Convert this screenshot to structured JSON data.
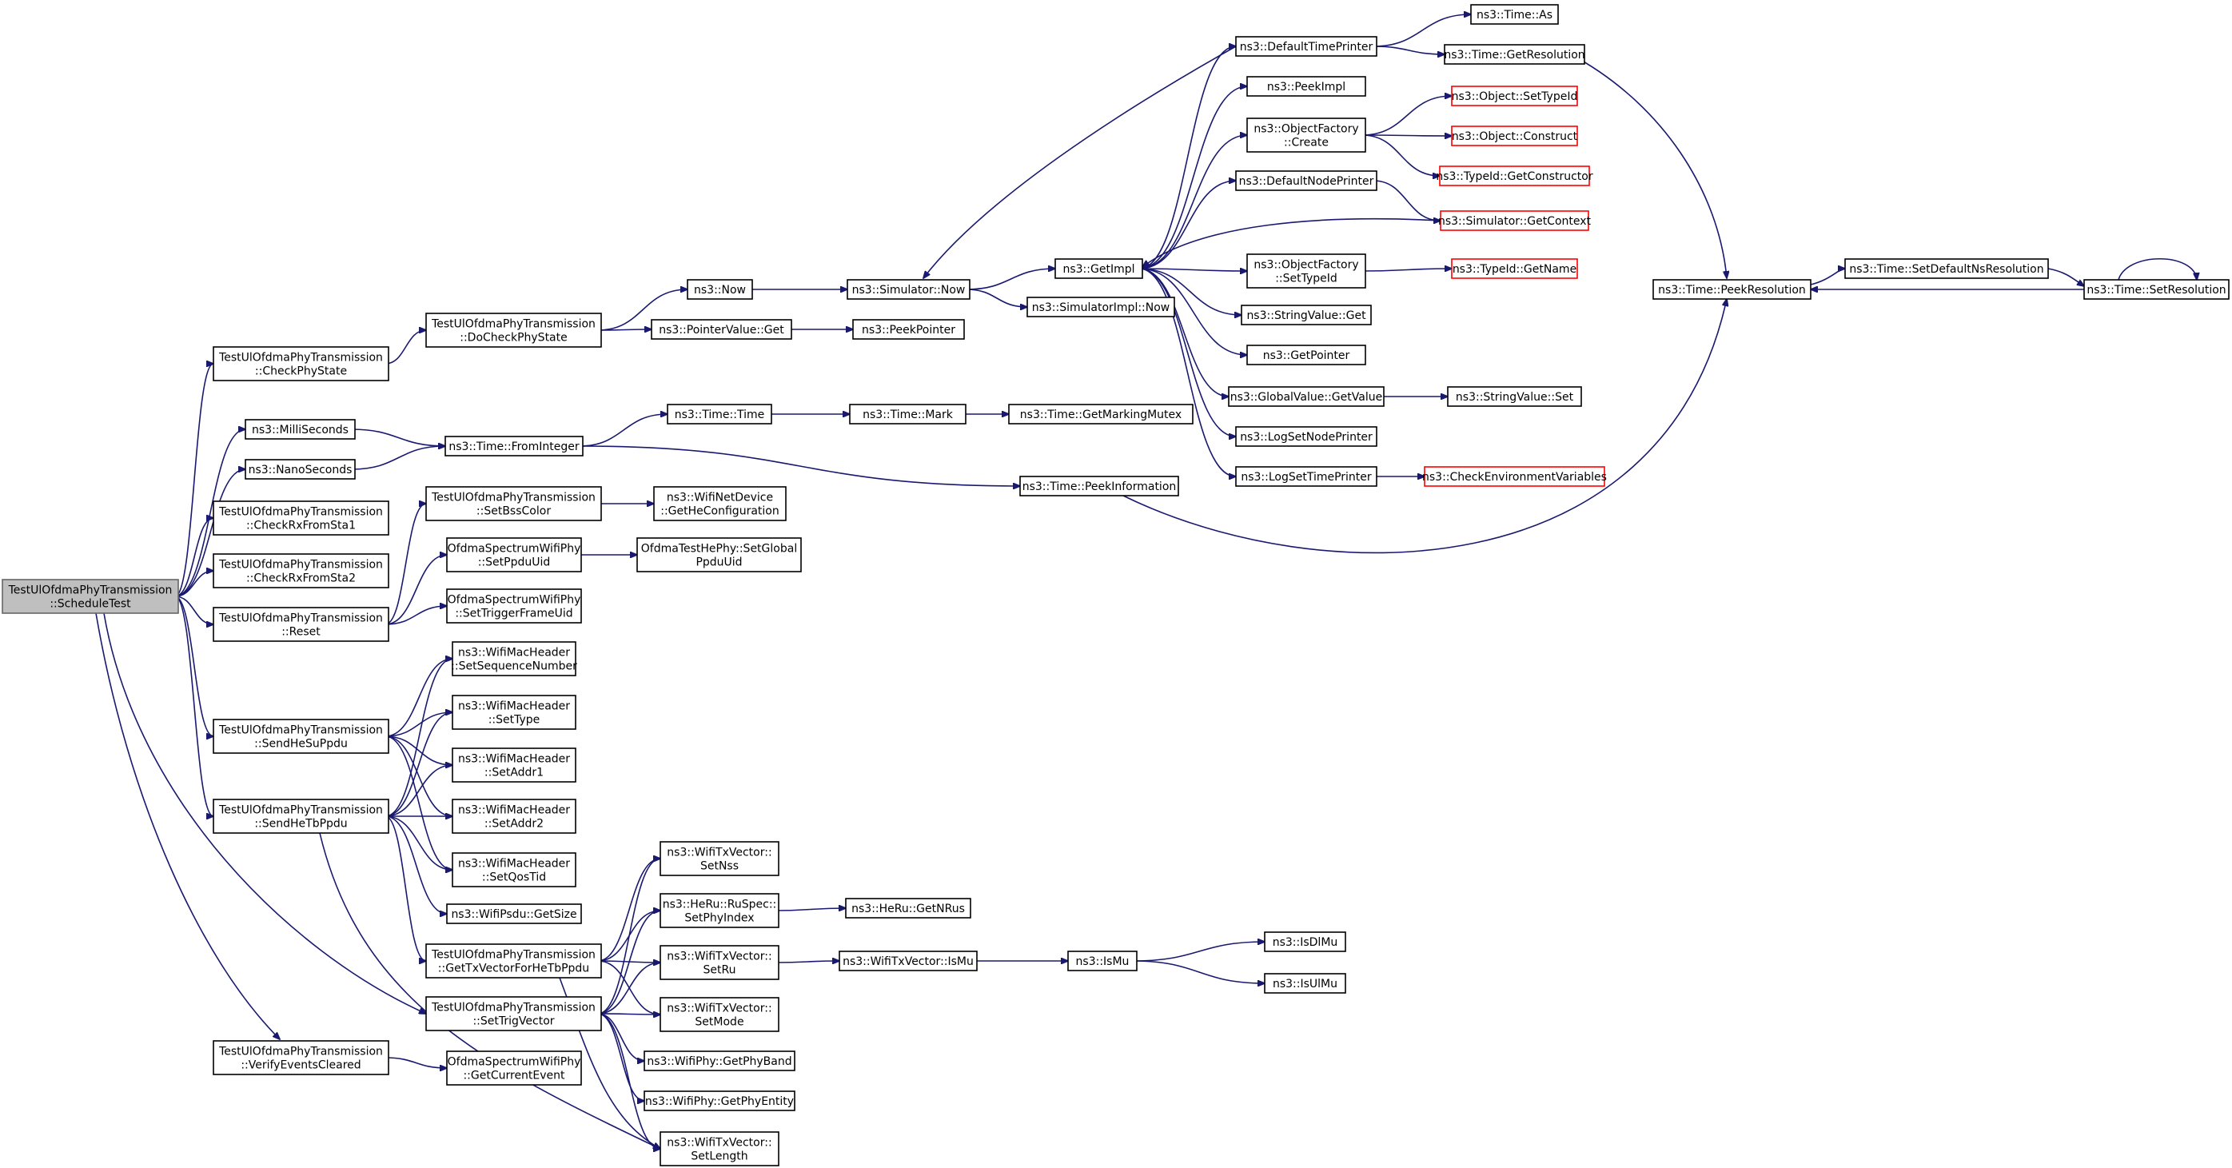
{
  "graph": {
    "root": "TestUlOfdmaPhyTransmission::ScheduleTest",
    "nodes": [
      {
        "id": "n0",
        "lines": [
          "TestUlOfdmaPhyTransmission",
          "::ScheduleTest"
        ],
        "kind": "root"
      },
      {
        "id": "n1",
        "lines": [
          "TestUlOfdmaPhyTransmission",
          "::CheckPhyState"
        ]
      },
      {
        "id": "n2",
        "lines": [
          "ns3::MilliSeconds"
        ]
      },
      {
        "id": "n3",
        "lines": [
          "ns3::NanoSeconds"
        ]
      },
      {
        "id": "n4",
        "lines": [
          "TestUlOfdmaPhyTransmission",
          "::CheckRxFromSta1"
        ]
      },
      {
        "id": "n5",
        "lines": [
          "TestUlOfdmaPhyTransmission",
          "::CheckRxFromSta2"
        ]
      },
      {
        "id": "n6",
        "lines": [
          "TestUlOfdmaPhyTransmission",
          "::Reset"
        ]
      },
      {
        "id": "n7",
        "lines": [
          "TestUlOfdmaPhyTransmission",
          "::SendHeSuPpdu"
        ]
      },
      {
        "id": "n8",
        "lines": [
          "TestUlOfdmaPhyTransmission",
          "::SendHeTbPpdu"
        ]
      },
      {
        "id": "n9",
        "lines": [
          "TestUlOfdmaPhyTransmission",
          "::VerifyEventsCleared"
        ]
      },
      {
        "id": "n10",
        "lines": [
          "TestUlOfdmaPhyTransmission",
          "::DoCheckPhyState"
        ]
      },
      {
        "id": "n11",
        "lines": [
          "ns3::Time::FromInteger"
        ]
      },
      {
        "id": "n12",
        "lines": [
          "TestUlOfdmaPhyTransmission",
          "::SetBssColor"
        ]
      },
      {
        "id": "n13",
        "lines": [
          "OfdmaSpectrumWifiPhy",
          "::SetPpduUid"
        ]
      },
      {
        "id": "n14",
        "lines": [
          "OfdmaSpectrumWifiPhy",
          "::SetTriggerFrameUid"
        ]
      },
      {
        "id": "n15",
        "lines": [
          "ns3::WifiMacHeader",
          "::SetSequenceNumber"
        ]
      },
      {
        "id": "n16",
        "lines": [
          "ns3::WifiMacHeader",
          "::SetType"
        ]
      },
      {
        "id": "n17",
        "lines": [
          "ns3::WifiMacHeader",
          "::SetAddr1"
        ]
      },
      {
        "id": "n18",
        "lines": [
          "ns3::WifiMacHeader",
          "::SetAddr2"
        ]
      },
      {
        "id": "n19",
        "lines": [
          "ns3::WifiMacHeader",
          "::SetQosTid"
        ]
      },
      {
        "id": "n20",
        "lines": [
          "ns3::WifiPsdu::GetSize"
        ]
      },
      {
        "id": "n21",
        "lines": [
          "TestUlOfdmaPhyTransmission",
          "::GetTxVectorForHeTbPpdu"
        ]
      },
      {
        "id": "n22",
        "lines": [
          "TestUlOfdmaPhyTransmission",
          "::SetTrigVector"
        ]
      },
      {
        "id": "n23",
        "lines": [
          "OfdmaSpectrumWifiPhy",
          "::GetCurrentEvent"
        ]
      },
      {
        "id": "n24",
        "lines": [
          "ns3::Now"
        ]
      },
      {
        "id": "n25",
        "lines": [
          "ns3::PointerValue::Get"
        ]
      },
      {
        "id": "n26",
        "lines": [
          "ns3::Time::Time"
        ]
      },
      {
        "id": "n27",
        "lines": [
          "ns3::WifiNetDevice",
          "::GetHeConfiguration"
        ]
      },
      {
        "id": "n28",
        "lines": [
          "OfdmaTestHePhy::SetGlobal",
          "PpduUid"
        ]
      },
      {
        "id": "n29",
        "lines": [
          "ns3::WifiTxVector::",
          "SetNss"
        ]
      },
      {
        "id": "n30",
        "lines": [
          "ns3::HeRu::RuSpec::",
          "SetPhyIndex"
        ]
      },
      {
        "id": "n31",
        "lines": [
          "ns3::WifiTxVector::",
          "SetRu"
        ]
      },
      {
        "id": "n32",
        "lines": [
          "ns3::WifiTxVector::",
          "SetMode"
        ]
      },
      {
        "id": "n33",
        "lines": [
          "ns3::WifiPhy::GetPhyBand"
        ]
      },
      {
        "id": "n34",
        "lines": [
          "ns3::WifiPhy::GetPhyEntity"
        ]
      },
      {
        "id": "n35",
        "lines": [
          "ns3::WifiTxVector::",
          "SetLength"
        ]
      },
      {
        "id": "n36",
        "lines": [
          "ns3::Simulator::Now"
        ]
      },
      {
        "id": "n37",
        "lines": [
          "ns3::PeekPointer"
        ]
      },
      {
        "id": "n38",
        "lines": [
          "ns3::Time::Mark"
        ]
      },
      {
        "id": "n39",
        "lines": [
          "ns3::HeRu::GetNRus"
        ]
      },
      {
        "id": "n40",
        "lines": [
          "ns3::WifiTxVector::IsMu"
        ]
      },
      {
        "id": "n41",
        "lines": [
          "ns3::GetImpl"
        ]
      },
      {
        "id": "n42",
        "lines": [
          "ns3::SimulatorImpl::Now"
        ]
      },
      {
        "id": "n43",
        "lines": [
          "ns3::Time::GetMarkingMutex"
        ]
      },
      {
        "id": "n44",
        "lines": [
          "ns3::Time::PeekInformation"
        ]
      },
      {
        "id": "n45",
        "lines": [
          "ns3::IsMu"
        ]
      },
      {
        "id": "n46",
        "lines": [
          "ns3::DefaultTimePrinter"
        ]
      },
      {
        "id": "n47",
        "lines": [
          "ns3::PeekImpl"
        ]
      },
      {
        "id": "n48",
        "lines": [
          "ns3::ObjectFactory",
          "::Create"
        ]
      },
      {
        "id": "n49",
        "lines": [
          "ns3::DefaultNodePrinter"
        ]
      },
      {
        "id": "n50",
        "lines": [
          "ns3::ObjectFactory",
          "::SetTypeId"
        ]
      },
      {
        "id": "n51",
        "lines": [
          "ns3::StringValue::Get"
        ]
      },
      {
        "id": "n52",
        "lines": [
          "ns3::GetPointer"
        ]
      },
      {
        "id": "n53",
        "lines": [
          "ns3::GlobalValue::GetValue"
        ]
      },
      {
        "id": "n54",
        "lines": [
          "ns3::LogSetNodePrinter"
        ]
      },
      {
        "id": "n55",
        "lines": [
          "ns3::LogSetTimePrinter"
        ]
      },
      {
        "id": "n56",
        "lines": [
          "ns3::IsDlMu"
        ]
      },
      {
        "id": "n57",
        "lines": [
          "ns3::IsUlMu"
        ]
      },
      {
        "id": "n58",
        "lines": [
          "ns3::Time::As"
        ]
      },
      {
        "id": "n59",
        "lines": [
          "ns3::Time::GetResolution"
        ]
      },
      {
        "id": "n60",
        "lines": [
          "ns3::Object::SetTypeId"
        ],
        "kind": "trunc"
      },
      {
        "id": "n61",
        "lines": [
          "ns3::Object::Construct"
        ],
        "kind": "trunc"
      },
      {
        "id": "n62",
        "lines": [
          "ns3::TypeId::GetConstructor"
        ],
        "kind": "trunc"
      },
      {
        "id": "n63",
        "lines": [
          "ns3::Simulator::GetContext"
        ],
        "kind": "trunc"
      },
      {
        "id": "n64",
        "lines": [
          "ns3::TypeId::GetName"
        ],
        "kind": "trunc"
      },
      {
        "id": "n65",
        "lines": [
          "ns3::StringValue::Set"
        ]
      },
      {
        "id": "n66",
        "lines": [
          "ns3::CheckEnvironmentVariables"
        ],
        "kind": "trunc"
      },
      {
        "id": "n67",
        "lines": [
          "ns3::Time::PeekResolution"
        ]
      },
      {
        "id": "n68",
        "lines": [
          "ns3::Time::SetDefaultNsResolution"
        ]
      },
      {
        "id": "n69",
        "lines": [
          "ns3::Time::SetResolution"
        ]
      }
    ],
    "edges": [
      [
        "n0",
        "n1"
      ],
      [
        "n0",
        "n2"
      ],
      [
        "n0",
        "n3"
      ],
      [
        "n0",
        "n4"
      ],
      [
        "n0",
        "n5"
      ],
      [
        "n0",
        "n6"
      ],
      [
        "n0",
        "n7"
      ],
      [
        "n0",
        "n8"
      ],
      [
        "n0",
        "n9"
      ],
      [
        "n0",
        "n22"
      ],
      [
        "n1",
        "n10"
      ],
      [
        "n10",
        "n24"
      ],
      [
        "n10",
        "n25"
      ],
      [
        "n24",
        "n36"
      ],
      [
        "n25",
        "n37"
      ],
      [
        "n36",
        "n41"
      ],
      [
        "n36",
        "n42"
      ],
      [
        "n41",
        "n46"
      ],
      [
        "n41",
        "n47"
      ],
      [
        "n41",
        "n48"
      ],
      [
        "n41",
        "n49"
      ],
      [
        "n41",
        "n50"
      ],
      [
        "n41",
        "n51"
      ],
      [
        "n41",
        "n52"
      ],
      [
        "n41",
        "n53"
      ],
      [
        "n41",
        "n54"
      ],
      [
        "n41",
        "n55"
      ],
      [
        "n46",
        "n36"
      ],
      [
        "n46",
        "n58"
      ],
      [
        "n46",
        "n59"
      ],
      [
        "n59",
        "n67"
      ],
      [
        "n48",
        "n60"
      ],
      [
        "n48",
        "n61"
      ],
      [
        "n48",
        "n62"
      ],
      [
        "n49",
        "n63"
      ],
      [
        "n63",
        "n41"
      ],
      [
        "n50",
        "n64"
      ],
      [
        "n53",
        "n65"
      ],
      [
        "n55",
        "n66"
      ],
      [
        "n67",
        "n68"
      ],
      [
        "n68",
        "n69"
      ],
      [
        "n69",
        "n67"
      ],
      [
        "n69",
        "n69"
      ],
      [
        "n2",
        "n11"
      ],
      [
        "n3",
        "n11"
      ],
      [
        "n11",
        "n26"
      ],
      [
        "n11",
        "n44"
      ],
      [
        "n26",
        "n38"
      ],
      [
        "n38",
        "n43"
      ],
      [
        "n44",
        "n67"
      ],
      [
        "n6",
        "n12"
      ],
      [
        "n6",
        "n13"
      ],
      [
        "n6",
        "n14"
      ],
      [
        "n12",
        "n27"
      ],
      [
        "n13",
        "n28"
      ],
      [
        "n7",
        "n15"
      ],
      [
        "n7",
        "n16"
      ],
      [
        "n7",
        "n17"
      ],
      [
        "n7",
        "n18"
      ],
      [
        "n7",
        "n19"
      ],
      [
        "n8",
        "n15"
      ],
      [
        "n8",
        "n16"
      ],
      [
        "n8",
        "n17"
      ],
      [
        "n8",
        "n18"
      ],
      [
        "n8",
        "n19"
      ],
      [
        "n8",
        "n20"
      ],
      [
        "n8",
        "n21"
      ],
      [
        "n8",
        "n35"
      ],
      [
        "n21",
        "n29"
      ],
      [
        "n21",
        "n30"
      ],
      [
        "n21",
        "n31"
      ],
      [
        "n21",
        "n32"
      ],
      [
        "n21",
        "n35"
      ],
      [
        "n22",
        "n29"
      ],
      [
        "n22",
        "n30"
      ],
      [
        "n22",
        "n31"
      ],
      [
        "n22",
        "n32"
      ],
      [
        "n22",
        "n33"
      ],
      [
        "n22",
        "n34"
      ],
      [
        "n22",
        "n35"
      ],
      [
        "n30",
        "n39"
      ],
      [
        "n31",
        "n40"
      ],
      [
        "n40",
        "n45"
      ],
      [
        "n45",
        "n56"
      ],
      [
        "n45",
        "n57"
      ],
      [
        "n9",
        "n23"
      ]
    ]
  }
}
